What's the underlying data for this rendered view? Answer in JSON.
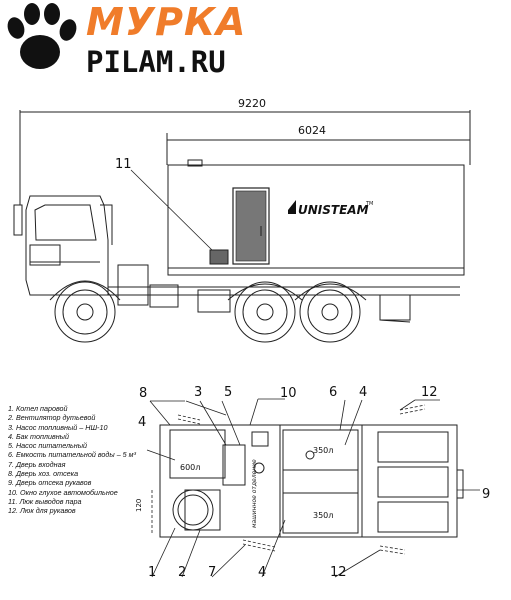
{
  "brand": {
    "title": "МУРКА",
    "subtitle": "PILAM.RU",
    "title_color": "#f07c2a",
    "logo_icon": "paw-icon"
  },
  "side_view": {
    "dim_total": "9220",
    "dim_body": "6024",
    "callout_11": "11",
    "brand_label": "UNISTEAM",
    "brand_tm": "TM"
  },
  "plan_view": {
    "callouts": {
      "c1": "1",
      "c2": "2",
      "c3": "3",
      "c4a": "4",
      "c4b": "4",
      "c4c": "4",
      "c5": "5",
      "c6": "6",
      "c7": "7",
      "c8": "8",
      "c9": "9",
      "c10": "10",
      "c12a": "12",
      "c12b": "12"
    },
    "tank_600": "600л",
    "tank_350a": "350л",
    "tank_350b": "350л",
    "dim_120": "120",
    "machine_room": "машинное отделение"
  },
  "legend": [
    "1. Котел паровой",
    "2. Вентилятор дутьевой",
    "3. Насос топливный – НШ-10",
    "4. Бак топливный",
    "5. Насос питательный",
    "6. Емкость питательной воды – 5 м³",
    "7. Дверь входная",
    "8. Дверь хоз. отсека",
    "9. Дверь отсека рукавов",
    "10. Окно глухое автомобильное",
    "11. Люк выводов пара",
    "12. Люк для рукавов"
  ]
}
